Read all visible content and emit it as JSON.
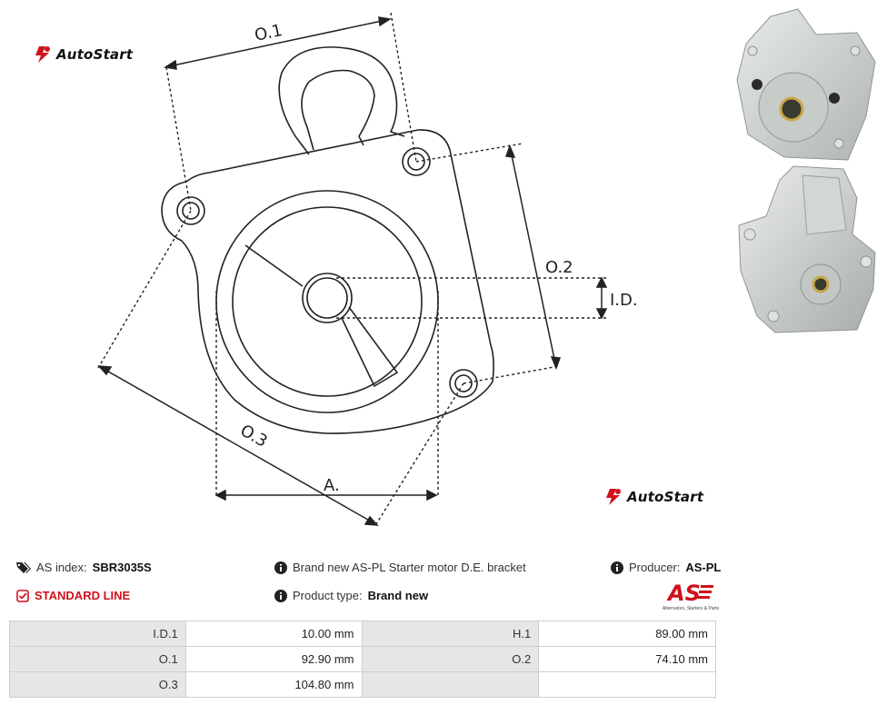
{
  "brand": {
    "logo_text": "AutoStart"
  },
  "diagram": {
    "labels": {
      "o1": "O.1",
      "o2": "O.2",
      "o3": "O.3",
      "a": "A.",
      "id1": "I.D.1"
    }
  },
  "info": {
    "as_index_label": "AS index:",
    "as_index_value": "SBR3035S",
    "standard_line": "STANDARD LINE",
    "description": "Brand new AS-PL Starter motor D.E. bracket",
    "product_type_label": "Product type:",
    "product_type_value": "Brand new",
    "producer_label": "Producer:",
    "producer_value": "AS-PL",
    "producer_logo_tagline": "Alternators, Starters & Parts"
  },
  "specs": {
    "rows": [
      {
        "l1": "I.D.1",
        "v1": "10.00 mm",
        "l2": "H.1",
        "v2": "89.00 mm"
      },
      {
        "l1": "O.1",
        "v1": "92.90 mm",
        "l2": "O.2",
        "v2": "74.10 mm"
      },
      {
        "l1": "O.3",
        "v1": "104.80 mm",
        "l2": "",
        "v2": ""
      }
    ]
  },
  "colors": {
    "accent": "#d0121b",
    "label_bg": "#e6e6e6",
    "border": "#cfcfcf"
  },
  "icons": [
    "autostart-logo-icon",
    "tags-icon",
    "check-square-icon",
    "info-circle-icon"
  ]
}
